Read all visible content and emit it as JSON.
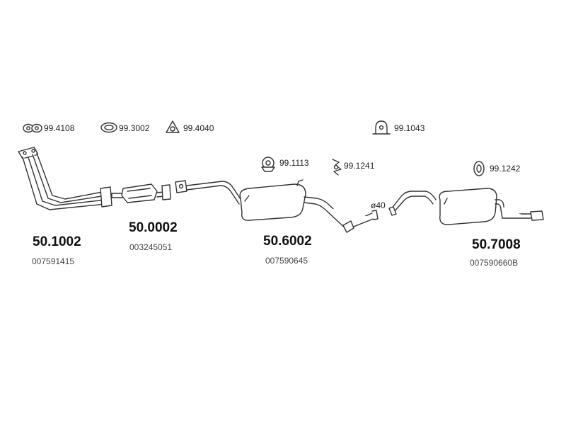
{
  "accessories": [
    {
      "code": "99.4108",
      "icon": "double-ring-gasket-icon"
    },
    {
      "code": "99.3002",
      "icon": "ring-gasket-icon"
    },
    {
      "code": "99.4040",
      "icon": "triangle-gasket-icon"
    },
    {
      "code": "99.1043",
      "icon": "hanger-icon"
    },
    {
      "code": "99.1113",
      "icon": "rubber-mount-icon"
    },
    {
      "code": "99.1241",
      "icon": "clamp-bracket-icon"
    },
    {
      "code": "99.1242",
      "icon": "oval-gasket-icon"
    }
  ],
  "parts": [
    {
      "number": "50.1002",
      "oem": "007591415",
      "name": "front-pipe"
    },
    {
      "number": "50.0002",
      "oem": "003245051",
      "name": "catalytic-converter"
    },
    {
      "number": "50.6002",
      "oem": "007590645",
      "name": "middle-silencer"
    },
    {
      "number": "50.7008",
      "oem": "007590660B",
      "name": "rear-silencer"
    }
  ],
  "dimension": "ø40",
  "colors": {
    "line": "#333333",
    "fill": "#ffffff",
    "text": "#222222"
  }
}
